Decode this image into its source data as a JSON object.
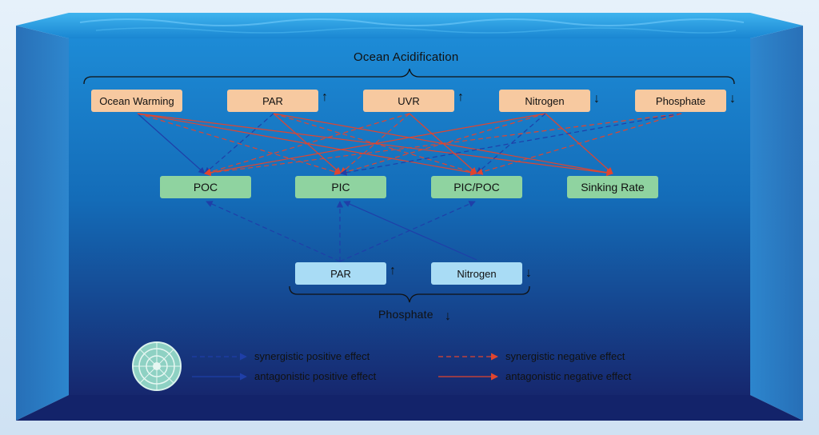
{
  "diagram": {
    "title": "Ocean Acidification",
    "top_nodes": [
      {
        "label": "Ocean Warming",
        "trend": ""
      },
      {
        "label": "PAR",
        "trend": "↑"
      },
      {
        "label": "UVR",
        "trend": "↑"
      },
      {
        "label": "Nitrogen",
        "trend": "↓"
      },
      {
        "label": "Phosphate",
        "trend": "↓"
      }
    ],
    "mid_nodes": [
      {
        "label": "POC"
      },
      {
        "label": "PIC"
      },
      {
        "label": "PIC/POC"
      },
      {
        "label": "Sinking Rate"
      }
    ],
    "bottom_nodes": [
      {
        "label": "PAR",
        "trend": "↑"
      },
      {
        "label": "Nitrogen",
        "trend": "↓"
      }
    ],
    "bottom_label": "Phosphate",
    "bottom_label_trend": "↓",
    "colors": {
      "top_box": "#f7c9a0",
      "mid_box": "#8fd3a0",
      "low_box": "#a9dcf5",
      "positive": "#1f3fa8",
      "negative": "#e0452f"
    },
    "icon": "coccolithophore-icon"
  },
  "legend": {
    "synergistic_positive": "synergistic positive effect",
    "antagonistic_positive": "antagonistic positive effect",
    "synergistic_negative": "synergistic negative effect",
    "antagonistic_negative": "antagonistic negative effect"
  }
}
